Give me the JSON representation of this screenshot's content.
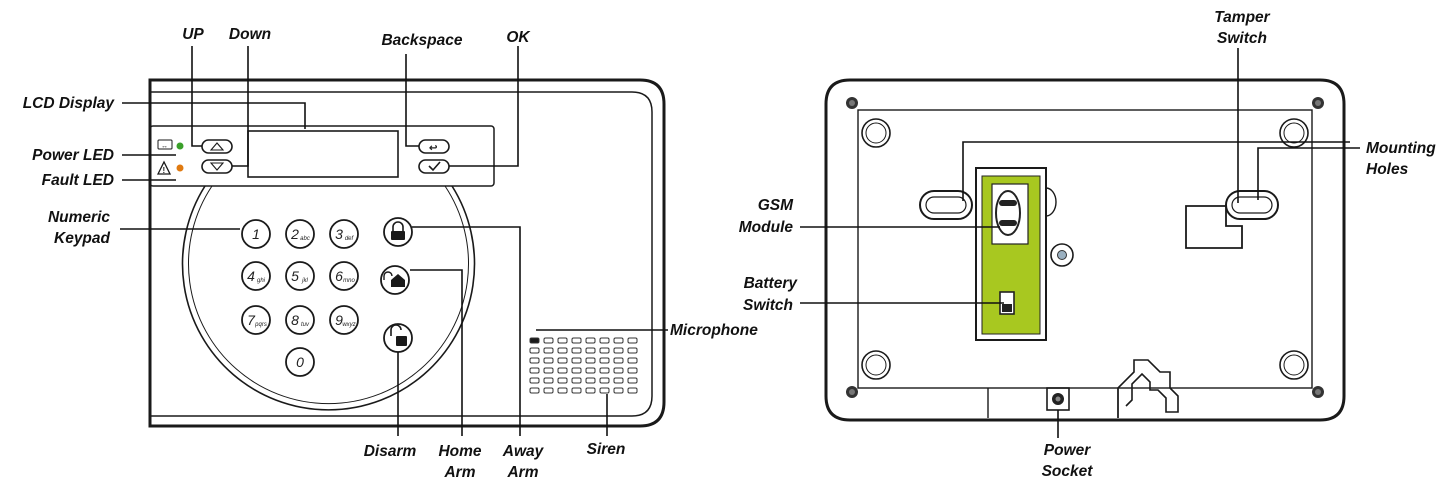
{
  "front_labels": {
    "up": "UP",
    "down": "Down",
    "backspace": "Backspace",
    "ok": "OK",
    "lcd_display": "LCD Display",
    "power_led": "Power LED",
    "fault_led": "Fault LED",
    "numeric_keypad": [
      "Numeric",
      "Keypad"
    ],
    "microphone": "Microphone",
    "disarm": "Disarm",
    "home_arm": [
      "Home",
      "Arm"
    ],
    "away_arm": [
      "Away",
      "Arm"
    ],
    "siren": "Siren"
  },
  "back_labels": {
    "tamper_switch": [
      "Tamper",
      "Switch"
    ],
    "mounting_holes": [
      "Mounting",
      "Holes"
    ],
    "gsm_module": [
      "GSM",
      "Module"
    ],
    "battery_switch": [
      "Battery",
      "Switch"
    ],
    "power_socket": [
      "Power",
      "Socket"
    ]
  },
  "keypad": [
    {
      "num": "1",
      "sub": ""
    },
    {
      "num": "2",
      "sub": "abc"
    },
    {
      "num": "3",
      "sub": "def"
    },
    {
      "num": "4",
      "sub": "ghi"
    },
    {
      "num": "5",
      "sub": "jkl"
    },
    {
      "num": "6",
      "sub": "mno"
    },
    {
      "num": "7",
      "sub": "pqrs"
    },
    {
      "num": "8",
      "sub": "tuv"
    },
    {
      "num": "9",
      "sub": "wxyz"
    },
    {
      "num": "0",
      "sub": ""
    }
  ],
  "colors": {
    "gsm_green": "#a8c820",
    "power_led": "#3aa02a",
    "fault_led": "#e07a10"
  }
}
